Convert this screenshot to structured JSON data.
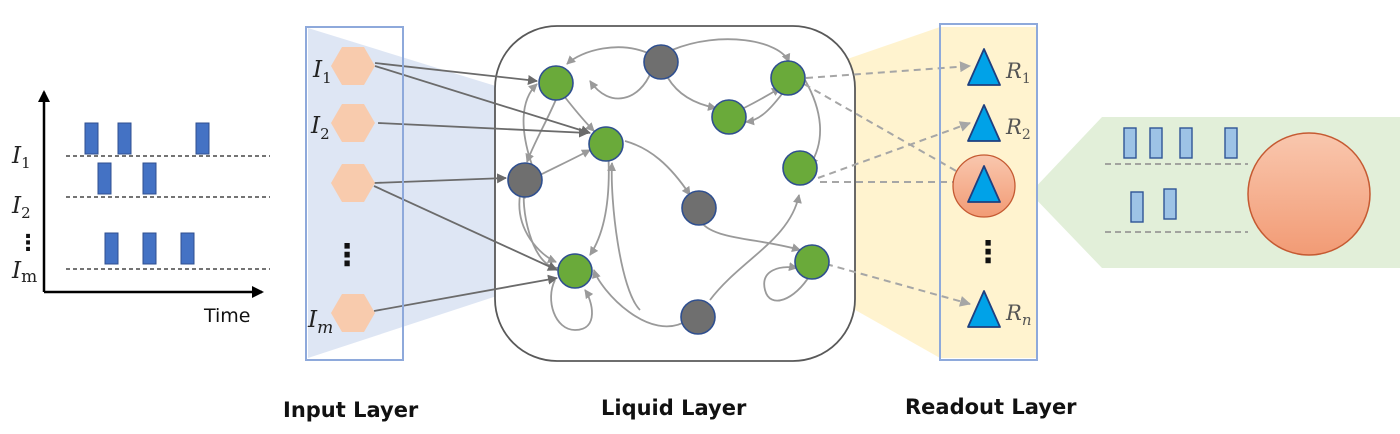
{
  "time_plot": {
    "axis_label": "Time",
    "rows": [
      {
        "label": "I",
        "sub": "1",
        "sub_upright": false
      },
      {
        "label": "I",
        "sub": "2",
        "sub_upright": false
      },
      {
        "label": "I",
        "sub": "m",
        "sub_upright": true
      }
    ],
    "ellipsis": "⋮"
  },
  "input_layer": {
    "title": "Input Layer",
    "neurons": [
      {
        "label": "I",
        "sub": "1"
      },
      {
        "label": "I",
        "sub": "2"
      },
      {
        "label": "",
        "sub": ""
      },
      {
        "label": "I",
        "sub": "m"
      }
    ],
    "ellipsis": "⋮"
  },
  "liquid_layer": {
    "title": "Liquid Layer",
    "excitatory_color": "#6aaa3a",
    "inhibitory_color": "#6f6f6f"
  },
  "readout_layer": {
    "title": "Readout Layer",
    "neurons": [
      {
        "label": "R",
        "sub": "1"
      },
      {
        "label": "R",
        "sub": "2"
      },
      {
        "label": "",
        "sub": ""
      },
      {
        "label": "R",
        "sub": "n"
      }
    ],
    "ellipsis": "⋮"
  },
  "colors": {
    "input_neuron": "#f8cbad",
    "readout_neuron": "#00a2e8",
    "spike": "#4472c4",
    "callout": "#e2efd9",
    "input_band": "#dae3f3",
    "readout_band": "#fff2cc"
  }
}
